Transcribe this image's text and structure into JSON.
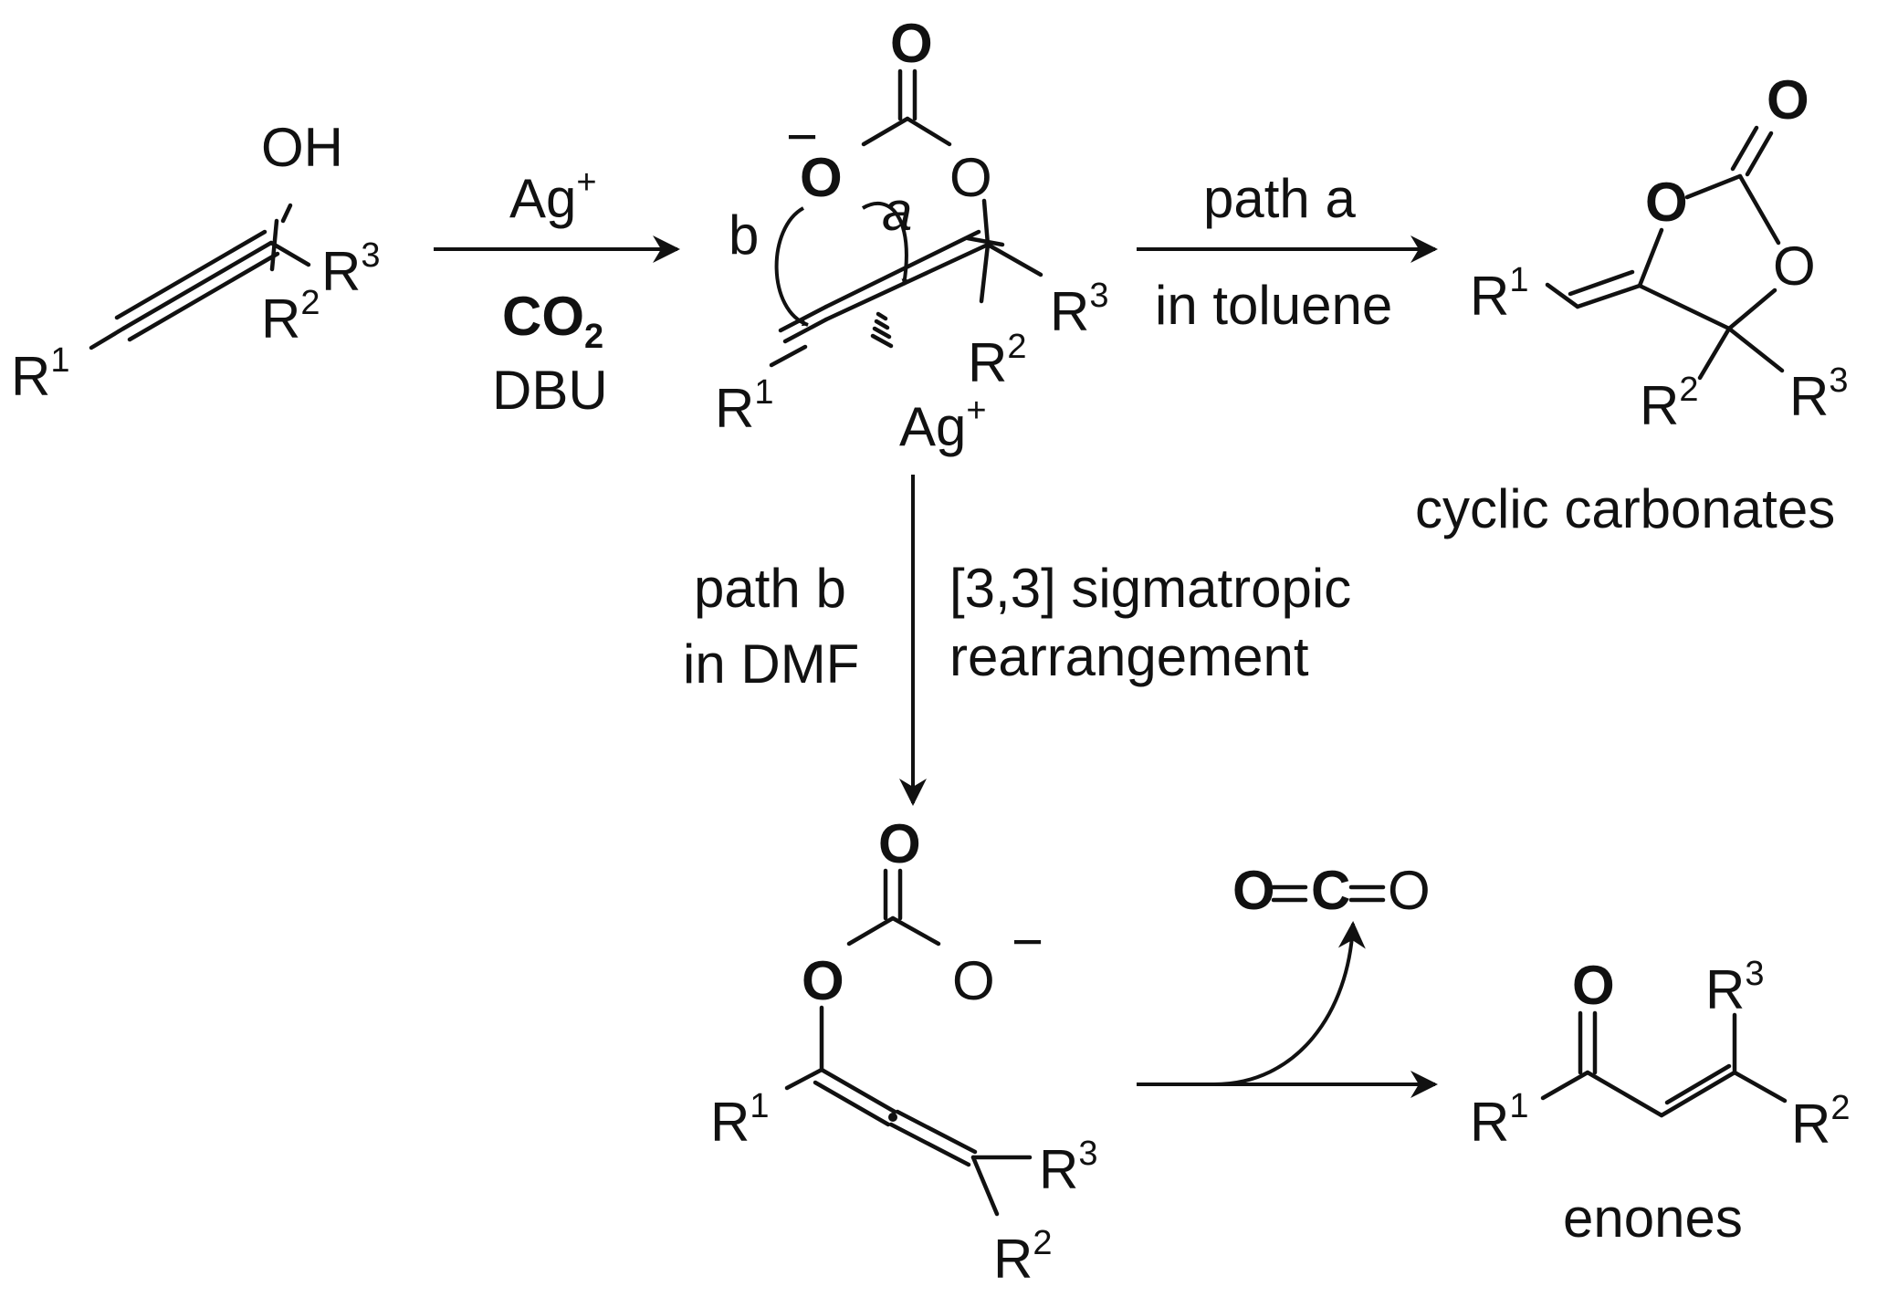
{
  "reagents": {
    "catalyst": "Ag",
    "catalyst_charge": "+",
    "gas": "CO",
    "gas_sub": "2",
    "base": "DBU"
  },
  "paths": {
    "a_line1": "path a",
    "a_line2": "in toluene",
    "b_line1": "path b",
    "b_line2": "in DMF",
    "rearr_line1": "[3,3] sigmatropic",
    "rearr_line2": "rearrangement"
  },
  "products": {
    "cyclic": "cyclic carbonates",
    "enones": "enones"
  },
  "mechanism_labels": {
    "a": "a",
    "b": "b"
  },
  "atoms": {
    "OH": "OH",
    "O": "O",
    "C": "C",
    "Ag": "Ag",
    "R": "R",
    "plus": "+",
    "minus": "−",
    "one": "1",
    "two": "2",
    "three": "3"
  }
}
